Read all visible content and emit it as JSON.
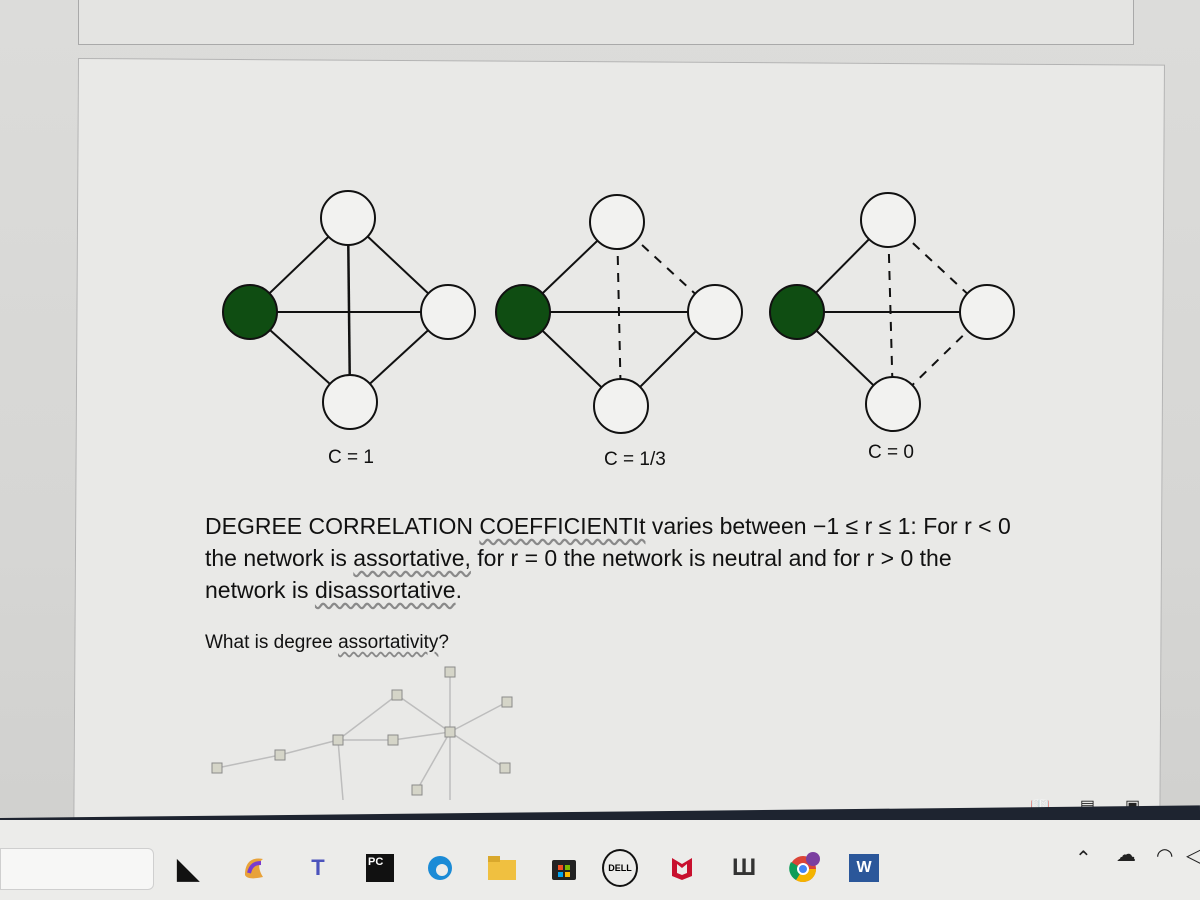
{
  "graphs": [
    {
      "label": "C = 1"
    },
    {
      "label": "C = 1/3"
    },
    {
      "label": "C = 0"
    }
  ],
  "paragraph": {
    "part1": "DEGREE CORRELATION ",
    "part2": "COEFFICIENTIt",
    "part3": " varies between −1 ≤ r ≤ 1: For r < 0 the network is ",
    "part4": "assortative,",
    "part5": " for r = 0 the network is neutral and for r > 0 the network is ",
    "part6": "disassortative",
    "part7": "."
  },
  "question": {
    "prefix": "What is degree ",
    "word": "assortativity",
    "suffix": "?"
  },
  "colors": {
    "filled_node": "#0f4d12",
    "empty_node": "#f2f2f0"
  },
  "taskbar_icons": [
    "windows-icon",
    "copilot-icon",
    "teams-icon",
    "pycharm-icon",
    "edge-icon",
    "file-explorer-icon",
    "store-icon",
    "dell-icon",
    "mcafee-icon",
    "browser-icon",
    "chrome-icon",
    "word-icon"
  ],
  "taskbar": {
    "pycharm": "PC",
    "dell": "DELL",
    "word": "W"
  }
}
